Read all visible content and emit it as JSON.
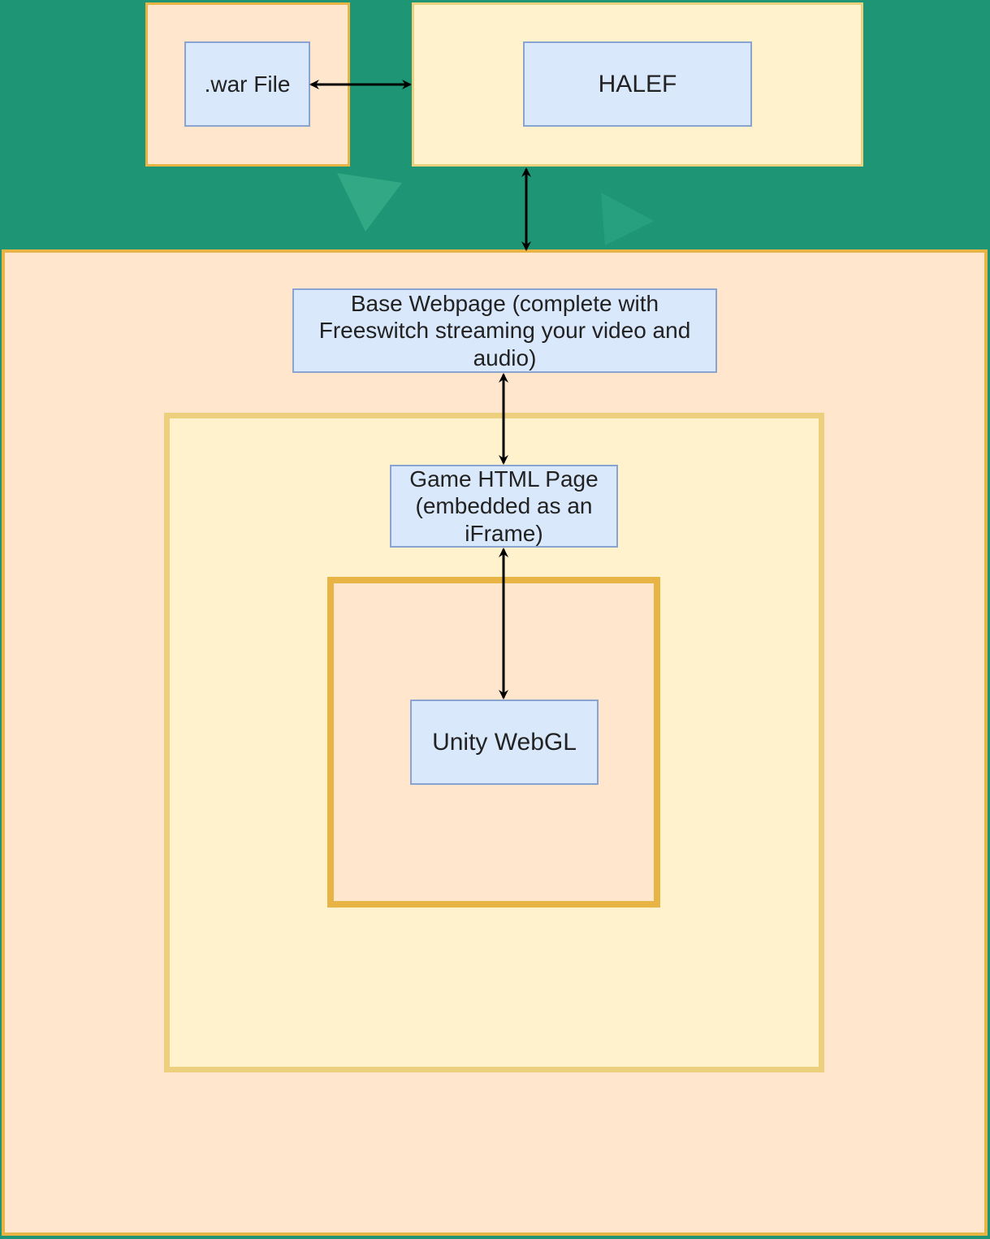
{
  "colors": {
    "background": "#1e9676",
    "peach_fill": "#ffe6cc",
    "cream_fill": "#fff2cc",
    "orange_border": "#e8b446",
    "pale_border": "#ecd07d",
    "node_fill": "#dae8fc",
    "node_border": "#8aa4d2"
  },
  "nodes": {
    "war_file": ".war File",
    "halef": "HALEF",
    "base_webpage": "Base Webpage (complete with Freeswitch streaming your video and audio)",
    "game_html_page": "Game HTML Page (embedded as an iFrame)",
    "unity_webgl": "Unity WebGL"
  },
  "connections": [
    {
      "from": "war_file",
      "to": "halef",
      "type": "bidirectional"
    },
    {
      "from": "halef",
      "to": "base_webpage",
      "type": "bidirectional"
    },
    {
      "from": "base_webpage",
      "to": "game_html_page",
      "type": "bidirectional"
    },
    {
      "from": "game_html_page",
      "to": "unity_webgl",
      "type": "bidirectional"
    }
  ]
}
